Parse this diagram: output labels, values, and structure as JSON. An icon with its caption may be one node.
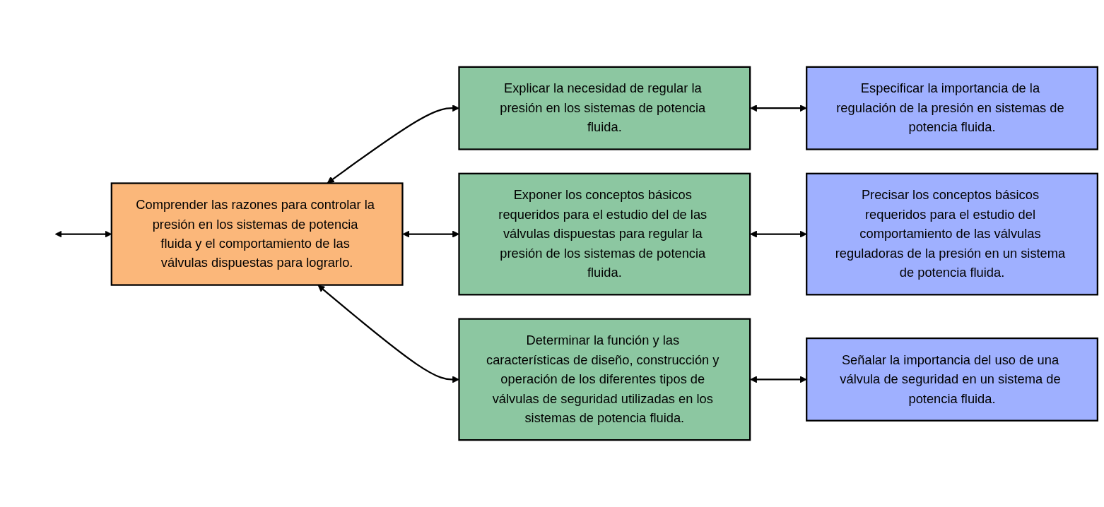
{
  "diagram": {
    "nodes": [
      {
        "text": [
          "Comprender las razones para controlar la presión en los sistemas de potencia fluida y el comportamiento de las válvulas dispuestas para lograrlo."
        ]
      },
      {
        "text": [
          "Explicar la necesidad de regular la presión en los sistemas de potencia fluida."
        ]
      },
      {
        "text": [
          "Exponer los conceptos básicos requeridos para el estudio del de las válvulas dispuestas para regular la presión de los sistemas de potencia fluida."
        ]
      },
      {
        "text": [
          "Determinar la función y las características de diseño, construcción y operación de los diferentes tipos de válvulas de seguridad utilizadas en los sistemas de potencia fluida."
        ]
      },
      {
        "text": [
          "Especificar la importancia de la regulación de la presión en sistemas de potencia fluida."
        ]
      },
      {
        "text": [
          "Precisar los conceptos básicos requeridos para el estudio del comportamiento de las válvulas reguladoras de la presión en un sistema de potencia fluida."
        ]
      },
      {
        "text": [
          "Señalar la importancia del uso de una válvula de seguridad en un sistema de potencia fluida."
        ]
      }
    ],
    "edges": [
      {
        "from": null,
        "to": 0,
        "arrow": "both"
      },
      {
        "from": 0,
        "to": 1,
        "arrow": "both"
      },
      {
        "from": 0,
        "to": 2,
        "arrow": "both"
      },
      {
        "from": 0,
        "to": 3,
        "arrow": "both"
      },
      {
        "from": 1,
        "to": 4,
        "arrow": "both"
      },
      {
        "from": 2,
        "to": 5,
        "arrow": "both"
      },
      {
        "from": 3,
        "to": 6,
        "arrow": "both"
      }
    ]
  }
}
